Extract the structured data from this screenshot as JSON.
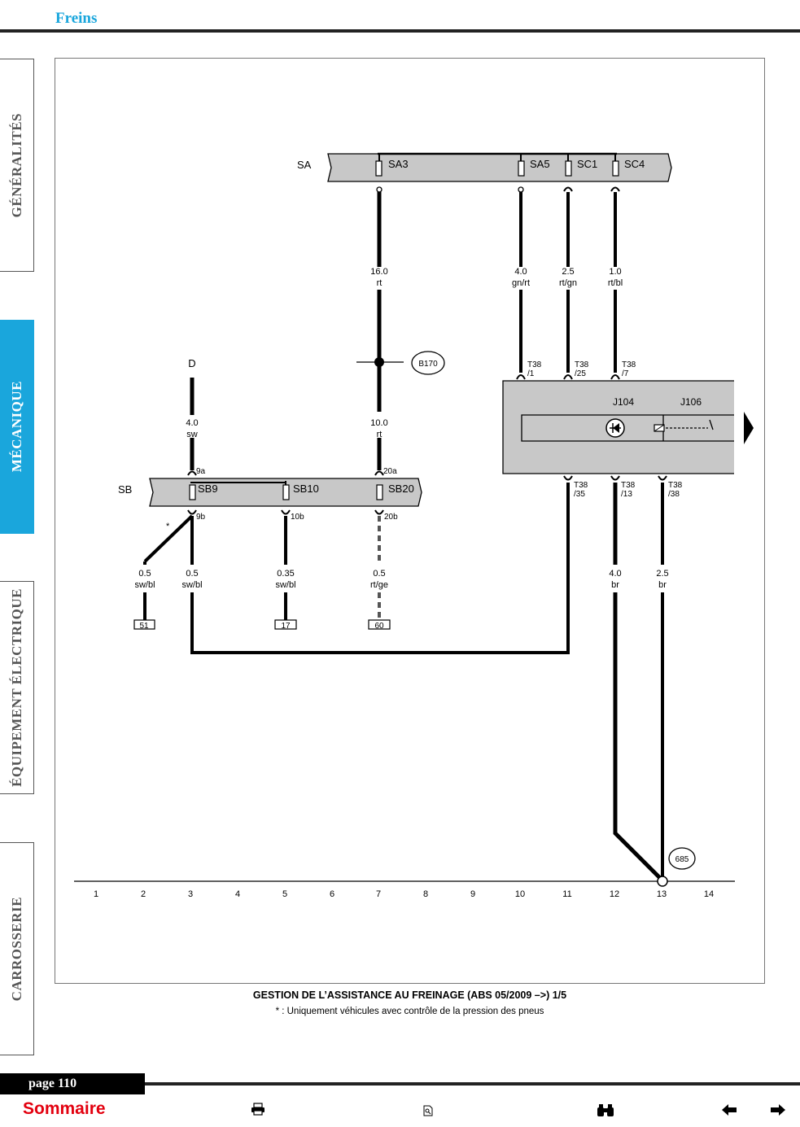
{
  "header": {
    "title": "Freins"
  },
  "sidebar": {
    "tabs": [
      {
        "label": "GÉNÉRALITÉS",
        "active": false
      },
      {
        "label": "MÉCANIQUE",
        "active": true
      },
      {
        "label": "ÉQUIPEMENT ÉLECTRIQUE",
        "active": false
      },
      {
        "label": "CARROSSERIE",
        "active": false
      }
    ],
    "active_color": "#1aa6dc"
  },
  "diagram": {
    "bus_sa": {
      "label": "SA",
      "fuses": [
        "SA3",
        "SA5",
        "SC1",
        "SC4"
      ]
    },
    "bus_sb": {
      "label": "SB",
      "fuses": [
        "SB9",
        "SB10",
        "SB20"
      ],
      "pins_top": [
        "9a",
        "20a"
      ],
      "pins_bottom": [
        "9b",
        "10b",
        "20b"
      ]
    },
    "wires": [
      {
        "size": "16.0",
        "color": "rt"
      },
      {
        "size": "4.0",
        "color": "gn/rt"
      },
      {
        "size": "2.5",
        "color": "rt/gn"
      },
      {
        "size": "1.0",
        "color": "rt/bl"
      },
      {
        "size": "4.0",
        "color": "sw"
      },
      {
        "size": "10.0",
        "color": "rt"
      },
      {
        "size": "0.5",
        "color": "sw/bl"
      },
      {
        "size": "0.5",
        "color": "sw/bl"
      },
      {
        "size": "0.35",
        "color": "sw/bl"
      },
      {
        "size": "0.5",
        "color": "rt/ge"
      },
      {
        "size": "4.0",
        "color": "br"
      },
      {
        "size": "2.5",
        "color": "br"
      }
    ],
    "connector_top": [
      "T38",
      "/1",
      "T38",
      "/25",
      "T38",
      "/7"
    ],
    "connector_bottom": [
      "T38",
      "/35",
      "T38",
      "/13",
      "T38",
      "/38"
    ],
    "components": [
      "J104",
      "J106"
    ],
    "ref_d": "D",
    "star": "*",
    "points": [
      "B170",
      "685"
    ],
    "continuations": [
      "51",
      "17",
      "60"
    ],
    "tracks": [
      "1",
      "2",
      "3",
      "4",
      "5",
      "6",
      "7",
      "8",
      "9",
      "10",
      "11",
      "12",
      "13",
      "14"
    ]
  },
  "caption": {
    "title": "GESTION DE L’ASSISTANCE AU FREINAGE (ABS 05/2009 –>) 1/5",
    "note": "* : Uniquement véhicules avec contrôle de la pression des pneus"
  },
  "footer": {
    "page": "page 110",
    "sommaire": "Sommaire"
  }
}
